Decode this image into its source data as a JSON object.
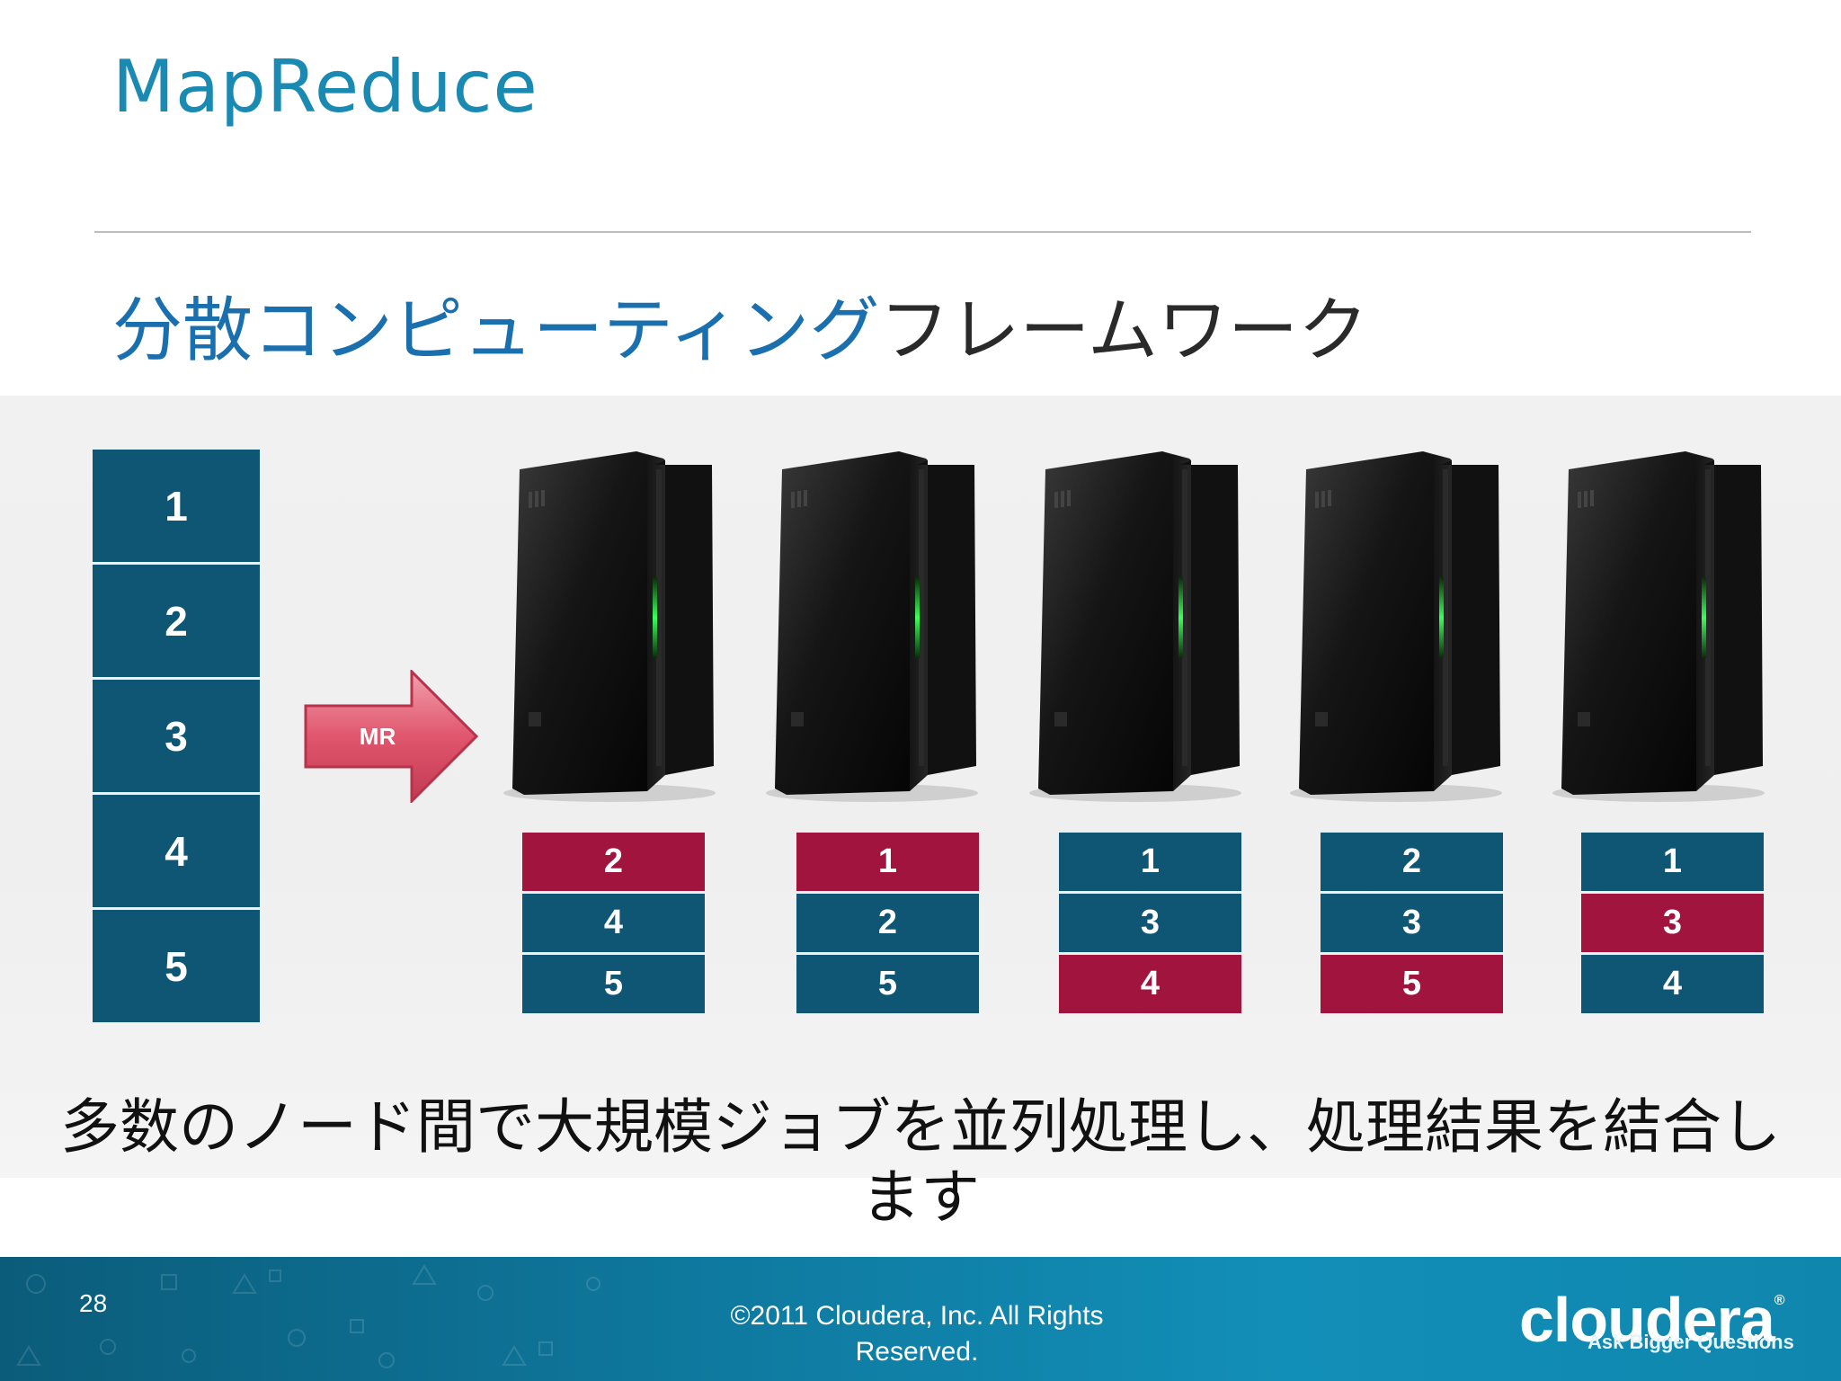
{
  "slide": {
    "title": "MapReduce",
    "subtitle_blue": "分散コンピューティング",
    "subtitle_dark": "フレームワーク",
    "caption_line1": "多数のノード間で大規模ジョブを並列処理し、処理結果を結合し",
    "caption_line2": "ます"
  },
  "data_blocks": [
    "1",
    "2",
    "3",
    "4",
    "5"
  ],
  "arrow_label": "MR",
  "nodes": [
    {
      "blocks": [
        {
          "label": "2",
          "color": "#a0143e"
        },
        {
          "label": "4",
          "color": "#0e5673"
        },
        {
          "label": "5",
          "color": "#0e5673"
        }
      ]
    },
    {
      "blocks": [
        {
          "label": "1",
          "color": "#a0143e"
        },
        {
          "label": "2",
          "color": "#0e5673"
        },
        {
          "label": "5",
          "color": "#0e5673"
        }
      ]
    },
    {
      "blocks": [
        {
          "label": "1",
          "color": "#0e5673"
        },
        {
          "label": "3",
          "color": "#0e5673"
        },
        {
          "label": "4",
          "color": "#a0143e"
        }
      ]
    },
    {
      "blocks": [
        {
          "label": "2",
          "color": "#0e5673"
        },
        {
          "label": "3",
          "color": "#0e5673"
        },
        {
          "label": "5",
          "color": "#a0143e"
        }
      ]
    },
    {
      "blocks": [
        {
          "label": "1",
          "color": "#0e5673"
        },
        {
          "label": "3",
          "color": "#a0143e"
        },
        {
          "label": "4",
          "color": "#0e5673"
        }
      ]
    }
  ],
  "footer": {
    "page_number": "28",
    "copyright_line1": "©2011 Cloudera, Inc. All Rights",
    "copyright_line2": "Reserved.",
    "logo_text": "cloudera",
    "logo_mark": "®",
    "tagline": "Ask Bigger Questions"
  },
  "colors": {
    "title": "#1a8ab3",
    "block_teal": "#0e5673",
    "block_red": "#a0143e",
    "arrow": "#d9475f"
  }
}
